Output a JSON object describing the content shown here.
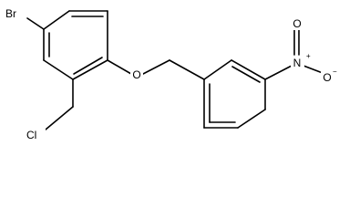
{
  "structure": {
    "atoms": {
      "bromine": "Br",
      "ether_oxygen": "O",
      "chlorine": "Cl",
      "nitro_nitrogen": "N",
      "nitro_oxygen": "O",
      "n_plus_charge": "+",
      "o_minus_charge": "−"
    }
  }
}
